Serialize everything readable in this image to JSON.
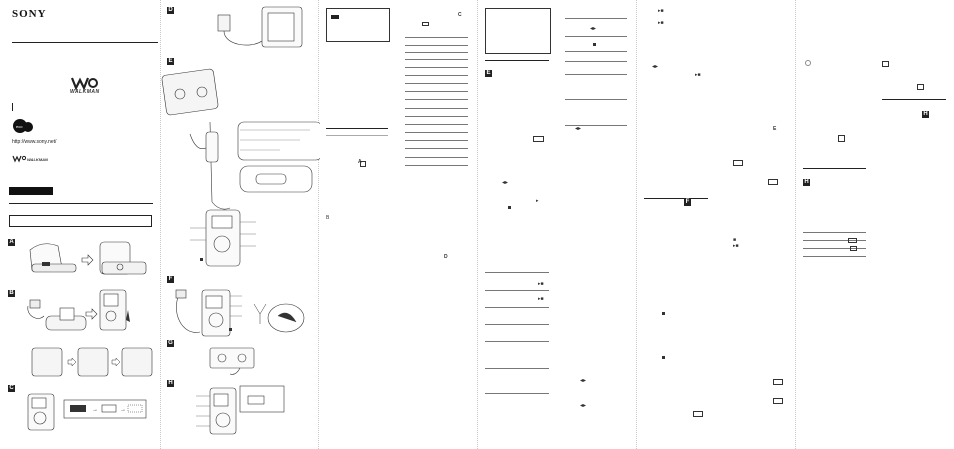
{
  "brand": {
    "logo_text": "SONY",
    "product_logo_text": "WALKMAN",
    "small_logo_text": "WALKMAN",
    "website": "http://www.sony.net/"
  },
  "section_labels": [
    "A",
    "B",
    "C",
    "D",
    "E",
    "F",
    "G",
    "H"
  ],
  "inline_markers": [
    "C",
    "A",
    "B",
    "E",
    "F",
    "F",
    "H",
    "H",
    "D"
  ],
  "illustrations": {
    "a": "cradle-and-player-icon",
    "b": "charging-stand-icon",
    "c": "player-battery-indicator-icon",
    "d": "ac-adapter-icon",
    "e": "cassette-remote-icon",
    "f": "player-headphones-icon",
    "g": "cassette-adaptor-icon",
    "h": "player-display-icon"
  },
  "colors": {
    "ink": "#1a1a1a",
    "label_bg": "#222222",
    "fold_line": "#c8c8c8"
  }
}
